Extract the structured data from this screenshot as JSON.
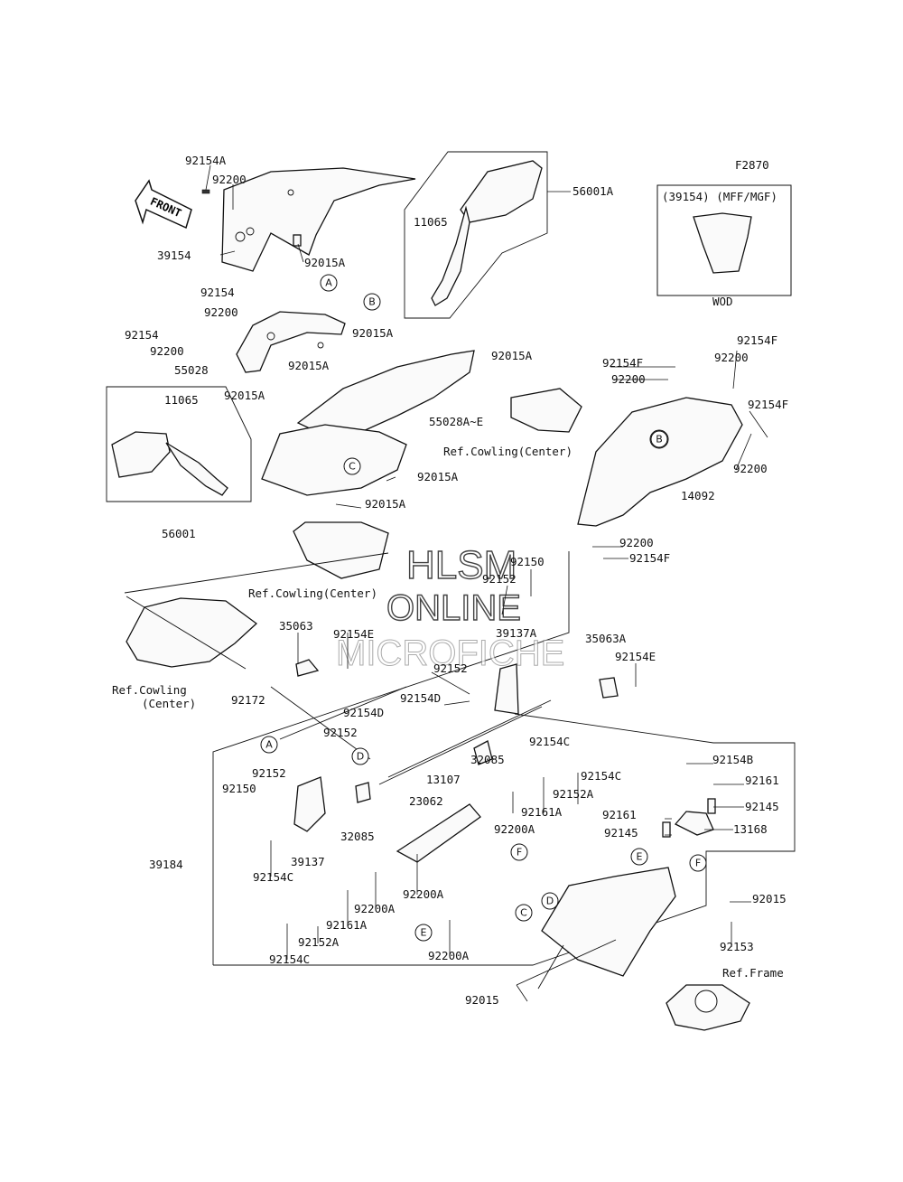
{
  "figure_code": "F2870",
  "watermark": [
    "HLSM",
    "ONLINE",
    "MICROFICHE"
  ],
  "front_arrow": "FRONT",
  "inset": {
    "title": "(39154) (MFF/MGF)",
    "caption": "WOD"
  },
  "labels": {
    "p92154A": "92154A",
    "p92200_1": "92200",
    "p39154": "39154",
    "p92015A_1": "92015A",
    "p56001A": "56001A",
    "p11065_1": "11065",
    "p92154_1": "92154",
    "p92200_2": "92200",
    "p92015A_2": "92015A",
    "p92154_2": "92154",
    "p92200_3": "92200",
    "p55028": "55028",
    "p92015A_3": "92015A",
    "p92015A_4": "92015A",
    "p92015A_5": "92015A",
    "p55028AE": "55028A~E",
    "p11065_2": "11065",
    "p56001": "56001",
    "p92015A_6": "92015A",
    "p92015A_7": "92015A",
    "p92154F_1": "92154F",
    "p92200_4": "92200",
    "p92154F_2": "92154F",
    "p92200_5": "92200",
    "p92154F_3": "92154F",
    "p92200_6": "92200",
    "p14092": "14092",
    "p92200_7": "92200",
    "p92154F_4": "92154F",
    "p92150_1": "92150",
    "p92152_1": "92152",
    "p39137A": "39137A",
    "p35063": "35063",
    "p92154E_1": "92154E",
    "p35063A": "35063A",
    "p92154E_2": "92154E",
    "p92172": "92172",
    "p92152_2": "92152",
    "p92154D_1": "92154D",
    "p92154D_2": "92154D",
    "p92152_3": "92152",
    "p32085_1": "32085",
    "p92154C_1": "92154C",
    "p13107": "13107",
    "p92152_4": "92152",
    "p92150_2": "92150",
    "p92154C_2": "92154C",
    "p92152A_1": "92152A",
    "p92154B": "92154B",
    "p92161_1": "92161",
    "p92145_1": "92145",
    "p92161_2": "92161",
    "p92145_2": "92145",
    "p13168": "13168",
    "p23062": "23062",
    "p92161A_1": "92161A",
    "p92200A_1": "92200A",
    "p32085_2": "32085",
    "p39137": "39137",
    "p39184": "39184",
    "p92154C_3": "92154C",
    "p92200A_2": "92200A",
    "p92200A_3": "92200A",
    "p92161A_2": "92161A",
    "p92152A_2": "92152A",
    "p92154C_4": "92154C",
    "p92200A_4": "92200A",
    "p92015_1": "92015",
    "p92153": "92153",
    "p92015_2": "92015"
  },
  "refs": {
    "cowling_center_1": "Ref.Cowling(Center)",
    "cowling_center_2": "Ref.Cowling(Center)",
    "cowling_line1": "Ref.Cowling",
    "cowling_line2": "(Center)",
    "frame": "Ref.Frame"
  },
  "markers": {
    "A": "A",
    "B": "B",
    "C": "C",
    "D": "D",
    "E": "E",
    "F": "F"
  }
}
